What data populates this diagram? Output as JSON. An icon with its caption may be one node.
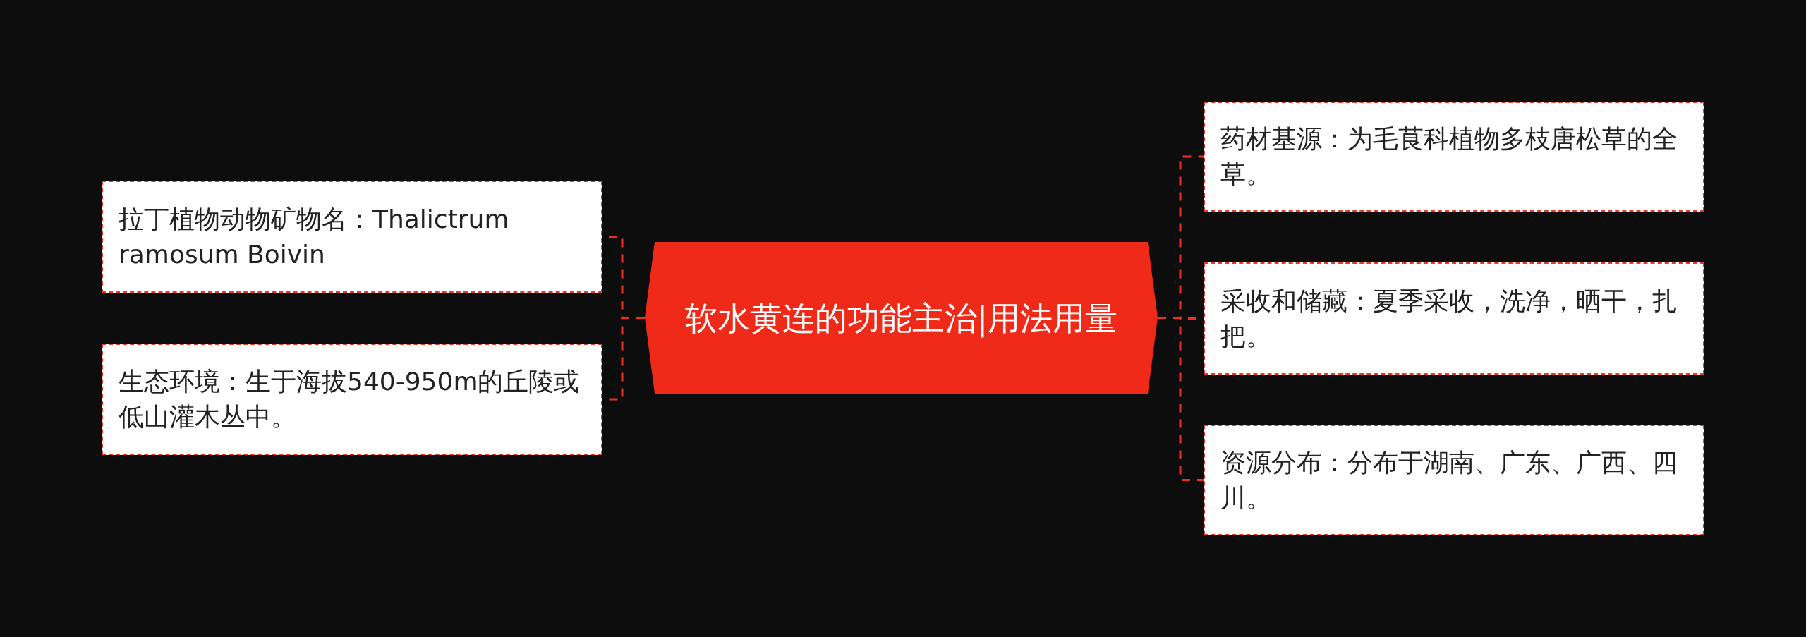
{
  "diagram": {
    "nodes": [
      {
        "text": [
          "软水黄连的功能主治|用法用量"
        ]
      },
      {
        "text": [
          "拉丁植物动物矿物名：Thalictrum ramosum Boivin"
        ]
      },
      {
        "text": [
          "生态环境：生于海拔540-950m的丘陵或低山灌木丛中。"
        ]
      },
      {
        "text": [
          "药材基源：为毛茛科植物多枝唐松草的全草。"
        ]
      },
      {
        "text": [
          "采收和储藏：夏季采收，洗净，晒干，扎把。"
        ]
      },
      {
        "text": [
          "资源分布：分布于湖南、广东、广西、四川。"
        ]
      }
    ],
    "edges": [
      {
        "from": 0,
        "to": 1,
        "arrow": "none"
      },
      {
        "from": 0,
        "to": 2,
        "arrow": "none"
      },
      {
        "from": 0,
        "to": 3,
        "arrow": "none"
      },
      {
        "from": 0,
        "to": 4,
        "arrow": "none"
      },
      {
        "from": 0,
        "to": 5,
        "arrow": "none"
      }
    ]
  }
}
